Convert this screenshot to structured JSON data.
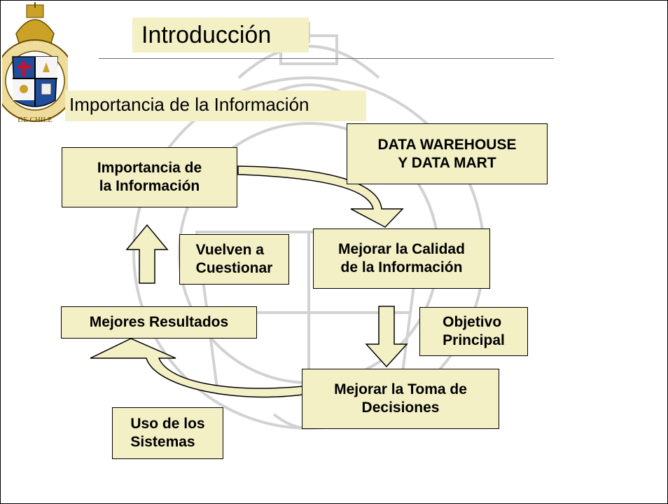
{
  "slide": {
    "title": "Introducción",
    "subtitle": "Importancia de la Información"
  },
  "diagram": {
    "nodes": {
      "importancia": "Importancia de\nla Información",
      "data_warehouse": "DATA WAREHOUSE\nY DATA MART",
      "mejorar_calidad": "Mejorar la Calidad\nde la Información",
      "vuelven": "Vuelven a\nCuestionar",
      "mejores_resultados": "Mejores Resultados",
      "objetivo": "Objetivo\nPrincipal",
      "mejorar_toma": "Mejorar la Toma de\nDecisiones",
      "uso_sistemas": "Uso de los\nSistemas"
    }
  },
  "colors": {
    "box_fill": "#f3f0c6",
    "border": "#000000",
    "watermark": "#c9c9c9"
  },
  "icons": {
    "seal": "university-seal-icon",
    "watermark": "university-seal-watermark"
  }
}
